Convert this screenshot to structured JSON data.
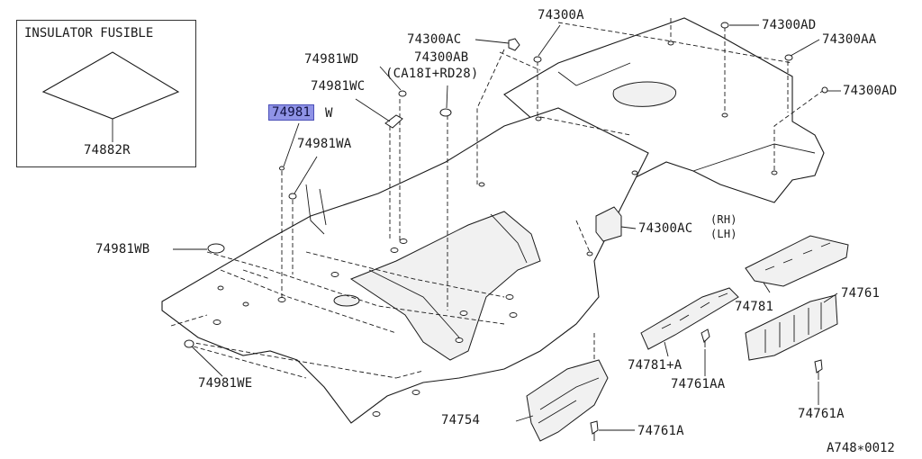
{
  "inset": {
    "title": "INSULATOR FUSIBLE",
    "part": "74882R"
  },
  "labels": {
    "p74300A": "74300A",
    "p74300AC_top": "74300AC",
    "p74300AB": "74300AB",
    "p74300AB_note": "(CA18I+RD28)",
    "p74300AD_top": "74300AD",
    "p74300AA": "74300AA",
    "p74300AD_right": "74300AD",
    "p74981WD": "74981WD",
    "p74981WC": "74981WC",
    "p74981W_hl": "74981",
    "p74981W_suffix": "W",
    "p74981WA": "74981WA",
    "p74981WB": "74981WB",
    "p74981WE": "74981WE",
    "p74300AC_side": "74300AC",
    "p74300AC_rh": "(RH)",
    "p74300AC_lh": "(LH)",
    "p74781": "74781",
    "p74761": "74761",
    "p74781A": "74781+A",
    "p74761AA": "74761AA",
    "p74761A_right": "74761A",
    "p74754": "74754",
    "p74761A_bottom": "74761A"
  },
  "reference": "A748∗0012",
  "colors": {
    "highlight": "#8f93e6",
    "line": "#1a1a1a"
  }
}
